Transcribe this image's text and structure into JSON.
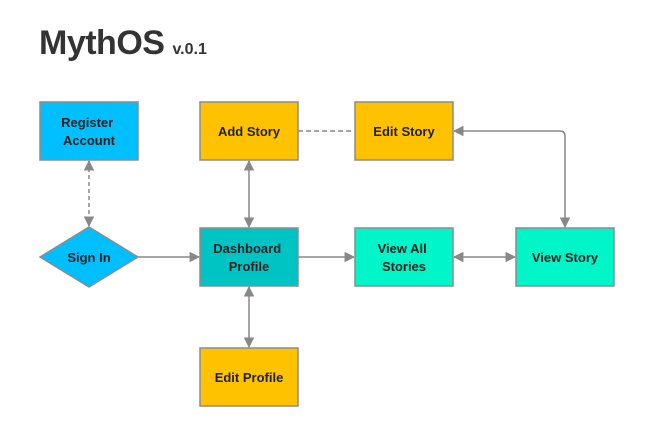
{
  "app": {
    "title": "MythOS",
    "version": "v.0.1"
  },
  "colors": {
    "blue": "#00BFFF",
    "yellow": "#FFC200",
    "teal": "#00C4C4",
    "mint": "#00F5C8",
    "stroke": "#8C8C8C",
    "arrow": "#888888"
  },
  "nodes": {
    "register": {
      "lines": [
        "Register",
        "Account"
      ],
      "shape": "rect",
      "color": "blue"
    },
    "signin": {
      "lines": [
        "Sign In"
      ],
      "shape": "diamond",
      "color": "blue"
    },
    "add": {
      "lines": [
        "Add Story"
      ],
      "shape": "rect",
      "color": "yellow"
    },
    "edit": {
      "lines": [
        "Edit Story"
      ],
      "shape": "rect",
      "color": "yellow"
    },
    "dashboard": {
      "lines": [
        "Dashboard",
        "Profile"
      ],
      "shape": "rect",
      "color": "teal"
    },
    "viewall": {
      "lines": [
        "View All",
        "Stories"
      ],
      "shape": "rect",
      "color": "mint"
    },
    "viewstory": {
      "lines": [
        "View Story"
      ],
      "shape": "rect",
      "color": "mint"
    },
    "editprofile": {
      "lines": [
        "Edit Profile"
      ],
      "shape": "rect",
      "color": "yellow"
    }
  },
  "edges": [
    {
      "from": "register",
      "to": "signin",
      "style": "dashed",
      "arrows": "both"
    },
    {
      "from": "signin",
      "to": "dashboard",
      "style": "solid",
      "arrows": "end"
    },
    {
      "from": "dashboard",
      "to": "add",
      "style": "solid",
      "arrows": "both"
    },
    {
      "from": "dashboard",
      "to": "editprofile",
      "style": "solid",
      "arrows": "both"
    },
    {
      "from": "dashboard",
      "to": "viewall",
      "style": "solid",
      "arrows": "end"
    },
    {
      "from": "viewall",
      "to": "viewstory",
      "style": "solid",
      "arrows": "both"
    },
    {
      "from": "add",
      "to": "edit",
      "style": "dashed",
      "arrows": "none"
    },
    {
      "from": "viewstory",
      "to": "edit",
      "style": "solid",
      "arrows": "both"
    }
  ]
}
